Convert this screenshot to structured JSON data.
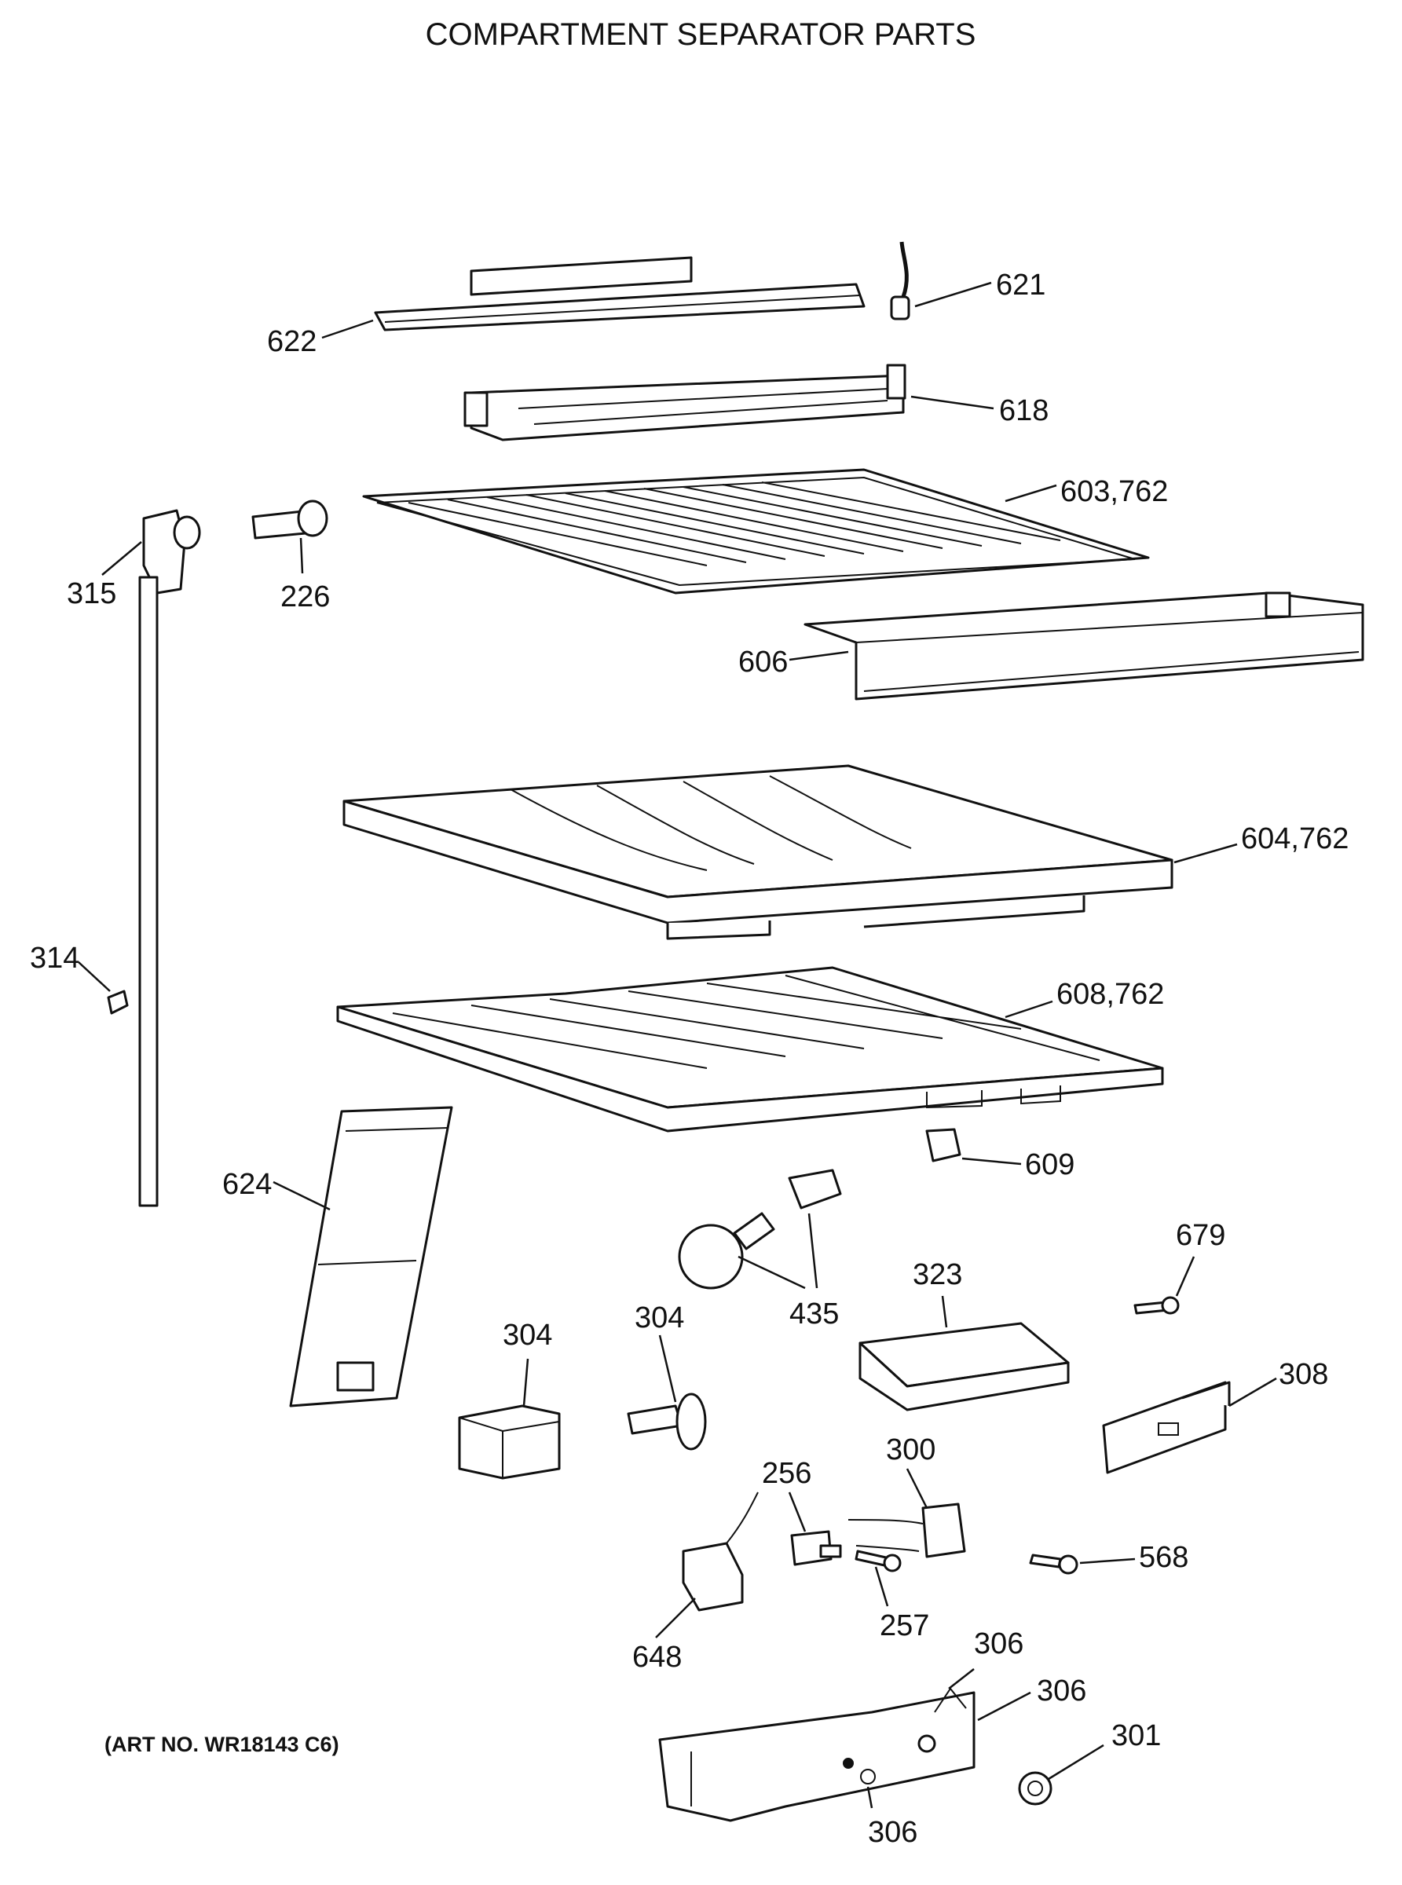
{
  "title": "COMPARTMENT SEPARATOR PARTS",
  "art_number": "(ART NO. WR18143 C6)",
  "labels": {
    "p622": "622",
    "p621": "621",
    "p618": "618",
    "p603": "603,762",
    "p315": "315",
    "p226": "226",
    "p606": "606",
    "p604": "604,762",
    "p314": "314",
    "p608": "608,762",
    "p609": "609",
    "p624": "624",
    "p679": "679",
    "p435": "435",
    "p323": "323",
    "p304a": "304",
    "p304b": "304",
    "p308": "308",
    "p256": "256",
    "p300": "300",
    "p568": "568",
    "p648": "648",
    "p257": "257",
    "p306a": "306",
    "p306b": "306",
    "p306c": "306",
    "p301": "301"
  }
}
